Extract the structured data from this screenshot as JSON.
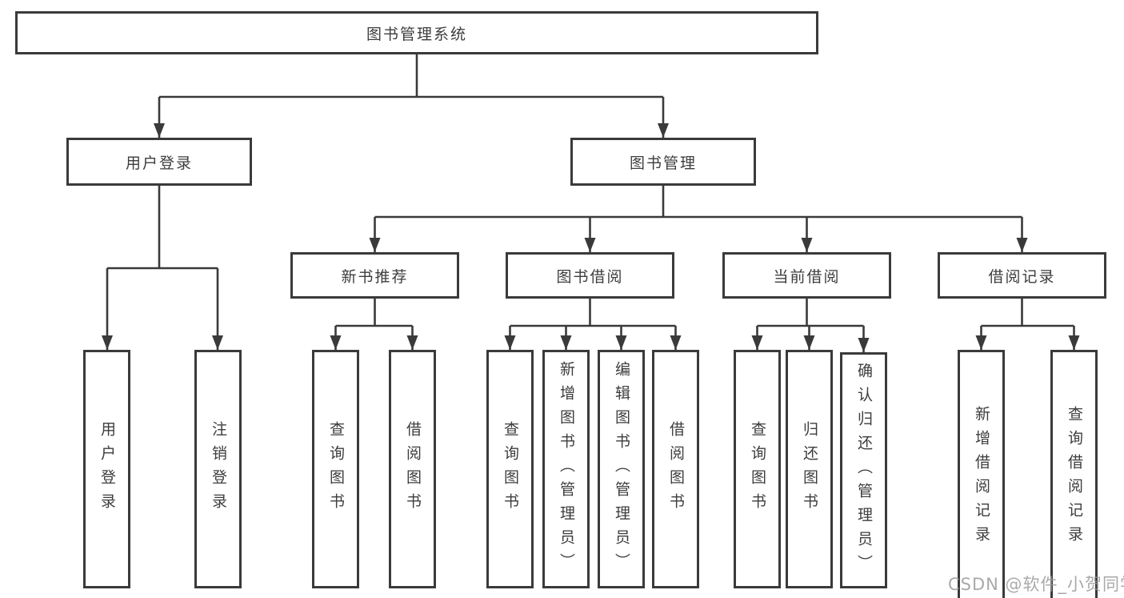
{
  "tree": {
    "root": {
      "label": "图书管理系统"
    },
    "branches": [
      {
        "label": "用户登录",
        "children": [
          {
            "label": "用户登录"
          },
          {
            "label": "注销登录"
          }
        ]
      },
      {
        "label": "图书管理",
        "children": [
          {
            "label": "新书推荐",
            "children": [
              {
                "label": "查询图书"
              },
              {
                "label": "借阅图书"
              }
            ]
          },
          {
            "label": "图书借阅",
            "children": [
              {
                "label": "查询图书"
              },
              {
                "label": "新增图书（管理员）"
              },
              {
                "label": "编辑图书（管理员）"
              },
              {
                "label": "借阅图书"
              }
            ]
          },
          {
            "label": "当前借阅",
            "children": [
              {
                "label": "查询图书"
              },
              {
                "label": "归还图书"
              },
              {
                "label": "确认归还（管理员）"
              }
            ]
          },
          {
            "label": "借阅记录",
            "children": [
              {
                "label": "新增借阅记录"
              },
              {
                "label": "查询借阅记录"
              }
            ]
          }
        ]
      }
    ]
  },
  "watermark": {
    "text": "CSDN @软件_小贺同学"
  },
  "colors": {
    "line": "#3a3a3a",
    "text": "#3d3d3d",
    "watermark": "#9b9b9b",
    "background": "#ffffff"
  }
}
